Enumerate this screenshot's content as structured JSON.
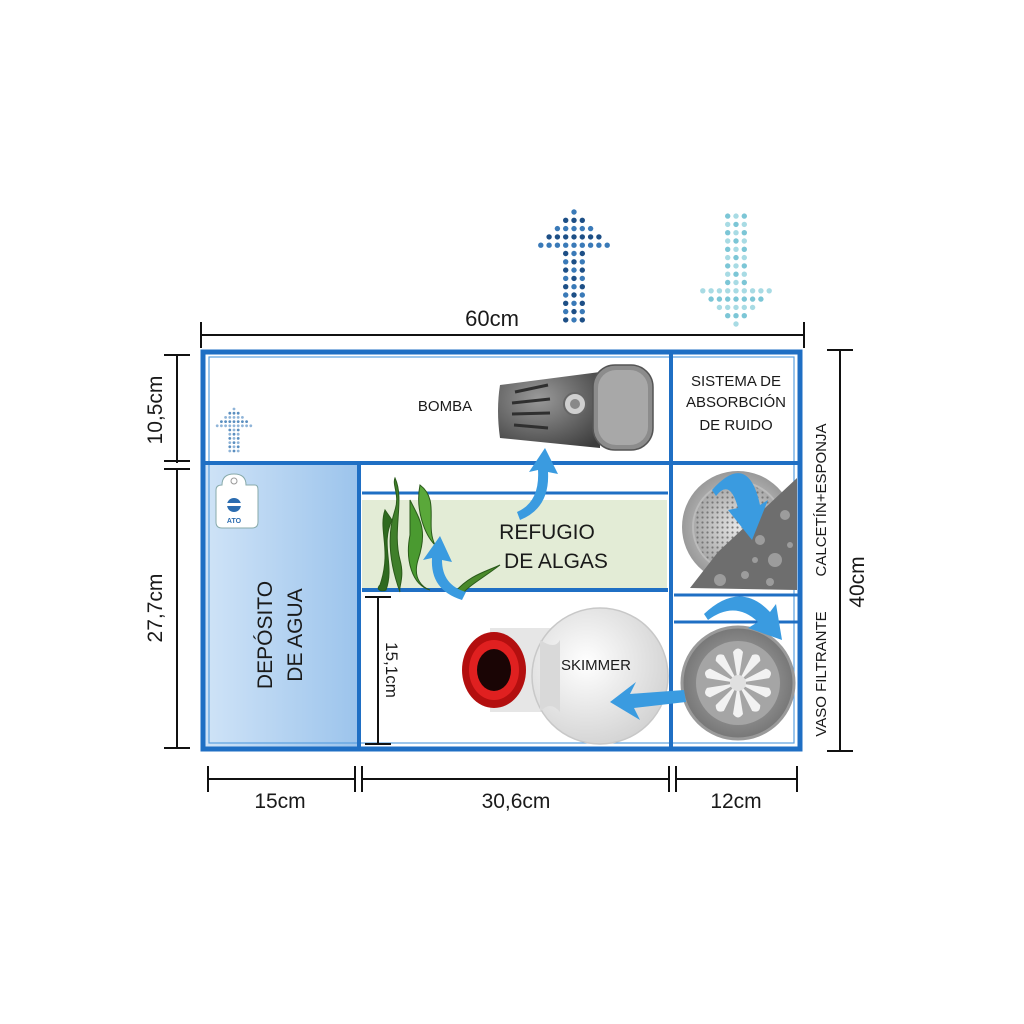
{
  "dimensions": {
    "total_width": "60cm",
    "top_height": "10,5cm",
    "lower_height": "27,7cm",
    "total_height": "40cm",
    "skimmer_height": "15,1cm",
    "width_reservoir": "15cm",
    "width_middle": "30,6cm",
    "width_right": "12cm"
  },
  "components": {
    "pump": "BOMBA",
    "noise_system": [
      "SISTEMA DE",
      "ABSORBCIÓN",
      "DE RUIDO"
    ],
    "refugium": [
      "REFUGIO",
      "DE ALGAS"
    ],
    "skimmer": "SKIMMER",
    "reservoir": [
      "DEPÓSITO",
      "DE AGUA"
    ],
    "ato": "ATO",
    "side_label_top": "CALCETÍN+ESPONJA",
    "side_label_bottom": "VASO FILTRANTE"
  },
  "colors": {
    "frame": "#1f6fc4",
    "water": "#b8d6f2",
    "refugium": "#e3ecd6",
    "arrow": "#3a9be0",
    "dots_dark": "#1d4f86",
    "dots_light": "#7cc6d6"
  }
}
